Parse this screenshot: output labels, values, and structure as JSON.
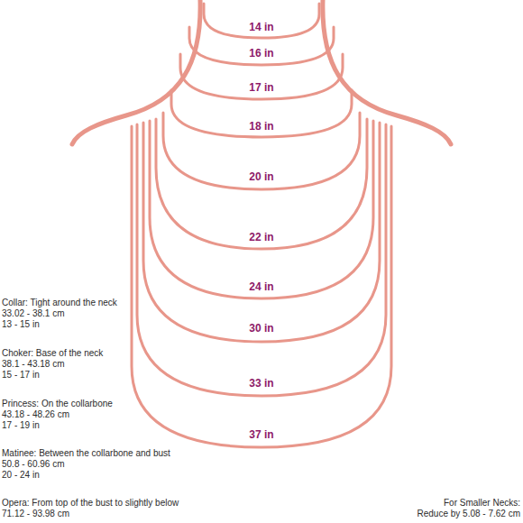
{
  "diagram": {
    "labels": [
      "14 in",
      "16 in",
      "17 in",
      "18 in",
      "20 in",
      "22 in",
      "24 in",
      "30 in",
      "33 in",
      "37 in",
      "Collar: Tight around the neck",
      "33.02 - 38.1 cm",
      "13 - 15 in",
      "Choker: Base of the neck",
      "38.1 - 43.18 cm",
      "15 - 17 in",
      "Princess: On the collarbone",
      "43.18 - 48.26 cm",
      "17 - 19 in",
      "Matinee: Between the collarbone and bust",
      "50.8 - 60.96 cm",
      "20 - 24 in",
      "Opera: From top of the bust to slightly below",
      "71.12 - 93.98 cm",
      "For Smaller Necks:",
      "Reduce by 5.08 - 7.62 cm"
    ]
  }
}
